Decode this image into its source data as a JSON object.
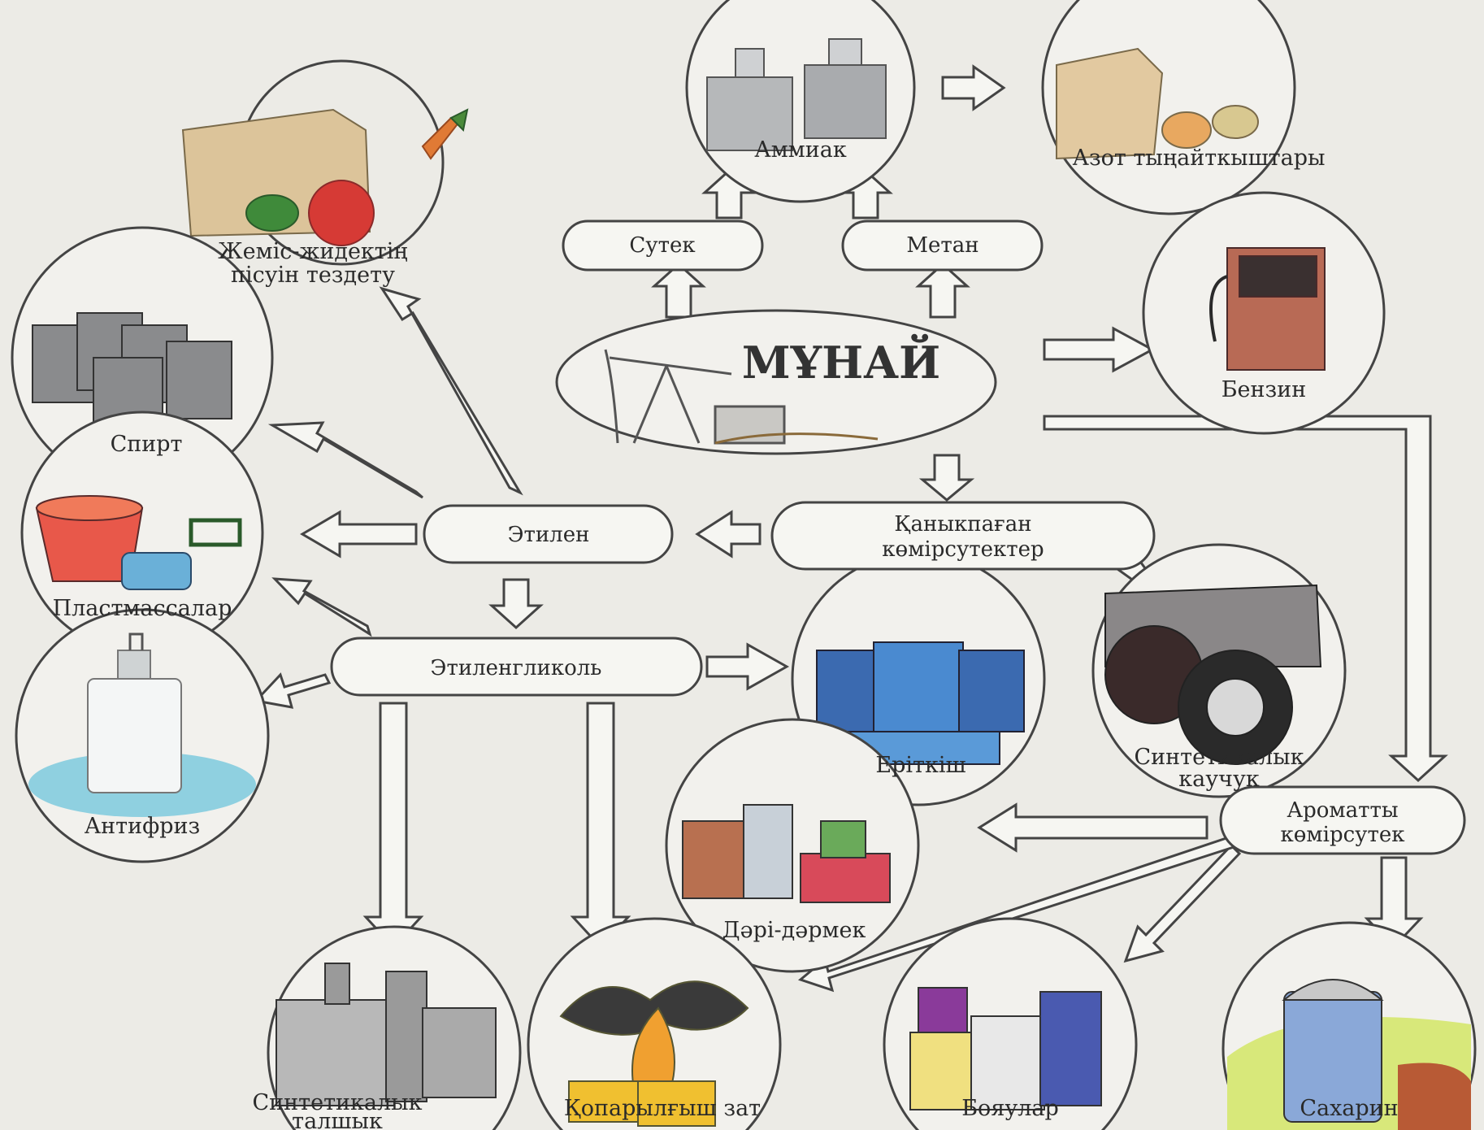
{
  "center": {
    "title": "МҰНАЙ"
  },
  "boxes": {
    "sutek": "Сутек",
    "metan": "Метан",
    "etilen": "Этилен",
    "kanykpagan_1": "Қаныкпаған",
    "kanykpagan_2": "көмірсутектер",
    "etilenglikol": "Этиленгликоль",
    "aromatty_1": "Ароматты",
    "aromatty_2": "көмірсутек"
  },
  "products": {
    "ammiak": "Аммиак",
    "azot": "Азот тыңайткыштары",
    "zhemis_1": "Жеміс-жидектің",
    "zhemis_2": "пісуін тездету",
    "spirt": "Спирт",
    "plastmassalar": "Пластмассалар",
    "antifriz": "Антифриз",
    "benzin": "Бензин",
    "eritkish": "Еріткіш",
    "kauchuk_1": "Синтетикалык",
    "kauchuk_2": "каучук",
    "dari": "Дәрі-дәрмек",
    "talshyk_1": "Синтетикалык",
    "talshyk_2": "талшык",
    "koparylgysh": "Қопарылғыш зат",
    "boyaular": "Бояулар",
    "saharin": "Сахарин"
  },
  "icons": {
    "ammiak": "milk-cans-icon",
    "azot": "fertilizer-sack-icon",
    "zhemis": "vegetable-sack-icon",
    "spirt": "barrels-icon",
    "plastmassalar": "bucket-shovel-icon",
    "antifriz": "bottle-icon",
    "benzin": "fuel-pump-icon",
    "eritkish": "canisters-icon",
    "kauchuk": "tires-icon",
    "dari": "medicine-icon",
    "talshyk": "factory-icon",
    "koparylgysh": "explosion-icon",
    "boyaular": "paint-cans-icon",
    "saharin": "sugar-dispenser-icon",
    "center": "oil-pumpjack-icon"
  },
  "colors": {
    "arrow_fill": "#f6f6f2",
    "stroke": "#444444",
    "circle_fill": "#f2f1ed"
  }
}
